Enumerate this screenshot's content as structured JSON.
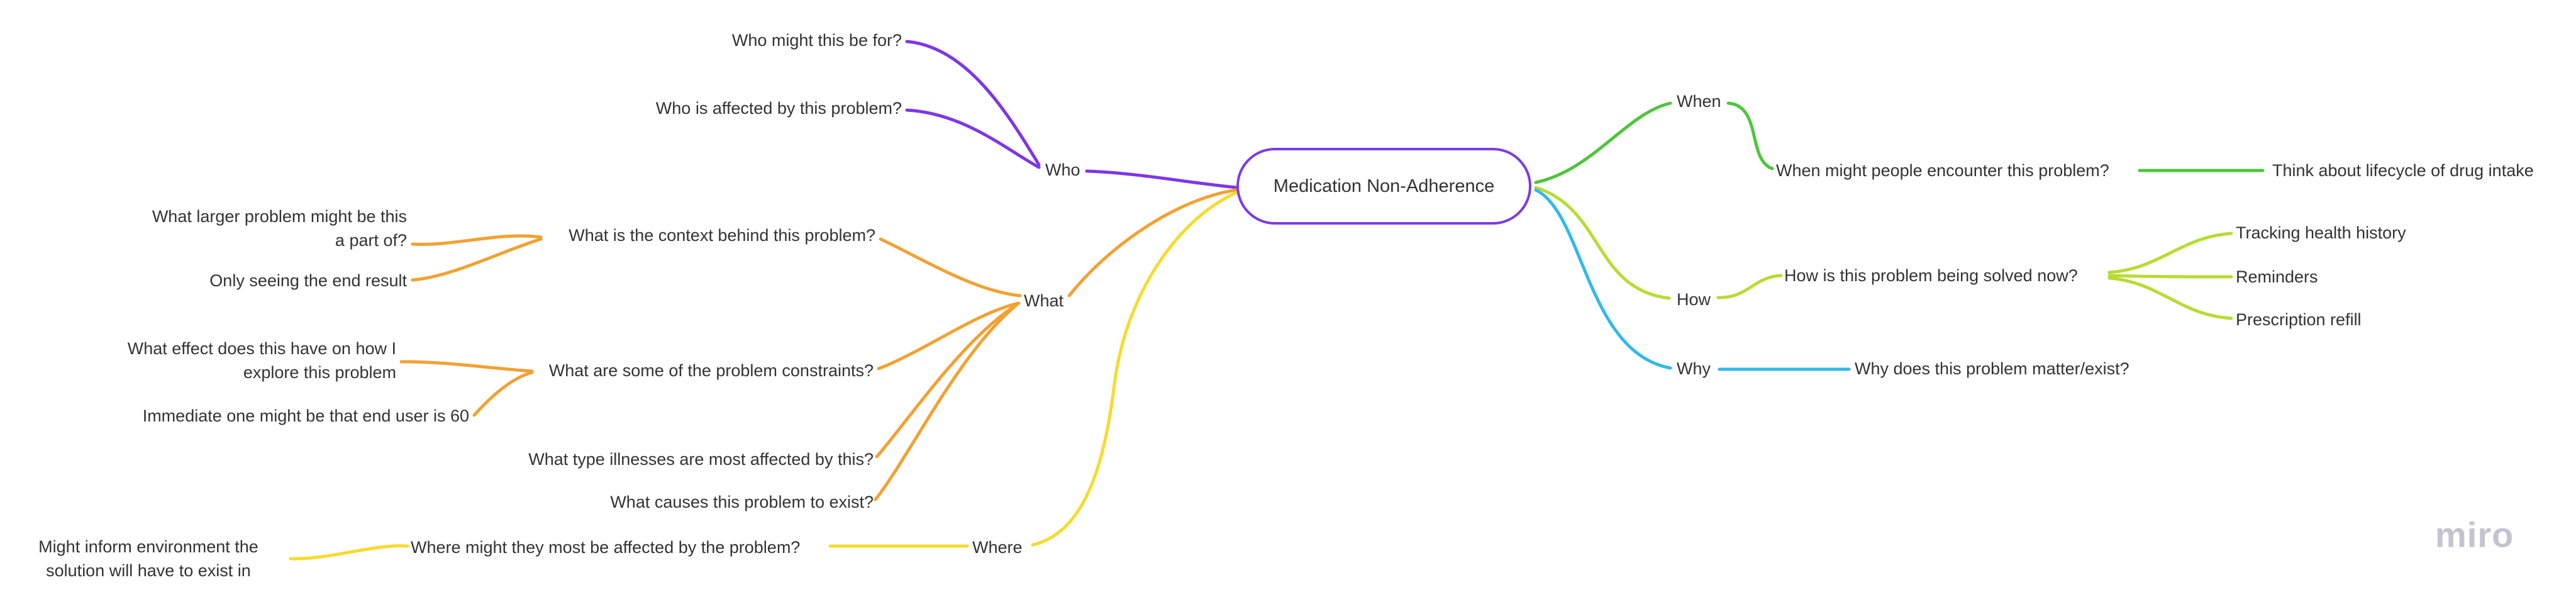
{
  "background": "#FFFFFF",
  "text_color": "#333333",
  "watermark": {
    "label": "miro",
    "color": "#C5C3D0"
  },
  "mindmap": {
    "root": {
      "label": "Medication Non-Adherence",
      "border_color": "#7C3BE3"
    },
    "branches": [
      {
        "id": "who",
        "label": "Who",
        "color": "#7D36E8",
        "children": [
          {
            "label": "Who might this be for?"
          },
          {
            "label": "Who is affected by this problem?"
          }
        ]
      },
      {
        "id": "what",
        "label": "What",
        "color": "#F2A132",
        "children": [
          {
            "label": "What is the context behind this problem?",
            "children": [
              {
                "label_lines": [
                  "What larger problem might be this",
                  "a part of?"
                ]
              },
              {
                "label": "Only seeing the end result"
              }
            ]
          },
          {
            "label": "What are some of the problem constraints?",
            "children": [
              {
                "label_lines": [
                  "What effect does this have on how I",
                  "explore this problem"
                ]
              },
              {
                "label": "Immediate one might be that end user is 60"
              }
            ]
          },
          {
            "label": "What type illnesses are most affected by this?"
          },
          {
            "label": "What causes this problem to exist?"
          }
        ]
      },
      {
        "id": "where",
        "label": "Where",
        "color": "#F6DB2C",
        "children": [
          {
            "label": "Where might they most be affected by the problem?",
            "children": [
              {
                "label_lines": [
                  "Might inform environment the",
                  "solution will have to exist in"
                ]
              }
            ]
          }
        ]
      },
      {
        "id": "when",
        "label": "When",
        "color": "#4EC53C",
        "children": [
          {
            "label": "When might people encounter this problem?",
            "children": [
              {
                "label": "Think about lifecycle of drug intake"
              }
            ]
          }
        ]
      },
      {
        "id": "how",
        "label": "How",
        "color": "#B7DC33",
        "children": [
          {
            "label": "How is this problem being solved now?",
            "children": [
              {
                "label": "Tracking health history"
              },
              {
                "label": "Reminders"
              },
              {
                "label": "Prescription refill"
              }
            ]
          }
        ]
      },
      {
        "id": "why",
        "label": "Why",
        "color": "#33B8EA",
        "children": [
          {
            "label": "Why does this problem matter/exist?"
          }
        ]
      }
    ]
  }
}
